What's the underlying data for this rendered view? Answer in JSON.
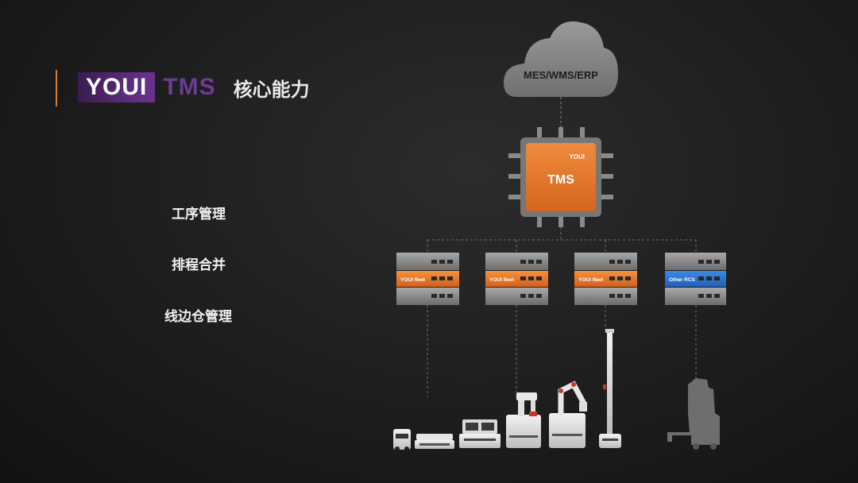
{
  "header": {
    "brand": "YOUI",
    "product": "TMS",
    "title": "核心能力"
  },
  "capabilities": [
    "工序管理",
    "排程合并",
    "线边仓管理"
  ],
  "diagram": {
    "cloud_label": "MES/WMS/ERP",
    "chip_brand": "YOUI",
    "chip_label": "TMS",
    "fleet_label": "YOUI fleet",
    "other_label": "Other RCS"
  },
  "colors": {
    "accent_orange": "#e07a2e",
    "brand_purple": "#6a3c93",
    "fleet_blue": "#2f7bd6"
  }
}
